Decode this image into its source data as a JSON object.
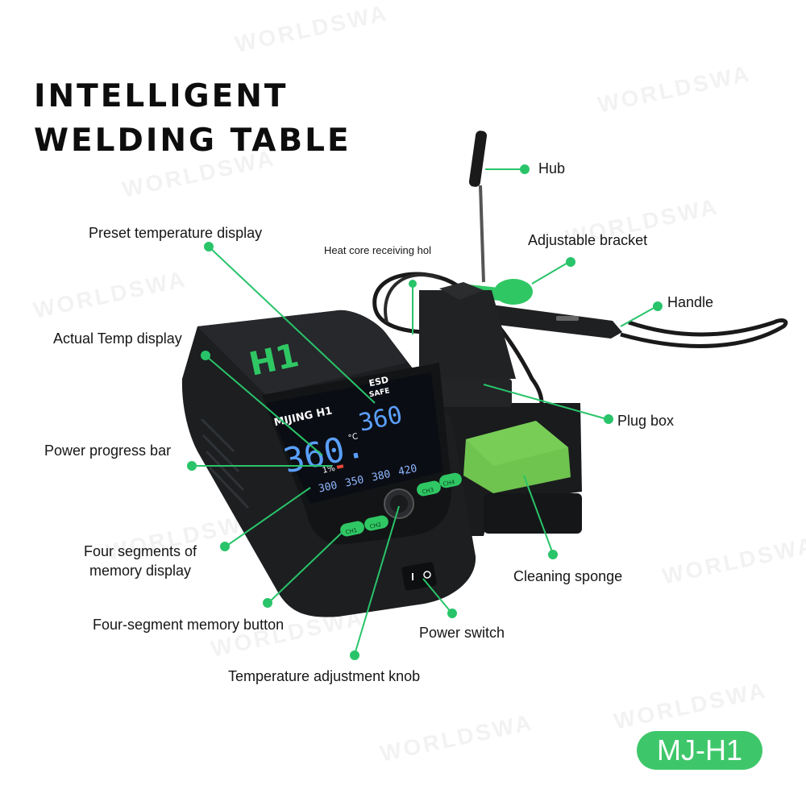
{
  "title": {
    "line1": "INTELLIGENT",
    "line2": "WELDING TABLE"
  },
  "labels": {
    "hub": "Hub",
    "adjustable_bracket": "Adjustable bracket",
    "handle": "Handle",
    "heat_core": "Heat core receiving hol",
    "preset_temp": "Preset temperature display",
    "actual_temp": "Actual Temp display",
    "power_progress": "Power progress bar",
    "plug_box": "Plug box",
    "four_segments_line1": "Four segments of",
    "four_segments_line2": "memory display",
    "cleaning_sponge": "Cleaning sponge",
    "memory_button": "Four-segment memory button",
    "power_switch": "Power switch",
    "knob": "Temperature adjustment knob"
  },
  "device": {
    "logo": "H1",
    "brand": "MIJING H1",
    "esd": "ESD",
    "safe": "SAFE",
    "preset_value": "360",
    "actual_value": "360.",
    "unit": "°C",
    "percent": "1%",
    "memory_values": [
      "300",
      "350",
      "380",
      "420"
    ],
    "buttons": [
      "CH1",
      "CH2",
      "CH3",
      "CH4"
    ]
  },
  "watermark": "WORLDSWA",
  "model": "MJ-H1",
  "colors": {
    "accent": "#3ec76a",
    "line": "#29c46a",
    "body": "#1c1e20",
    "screen": "#0b0d14",
    "digits": "#5aa0ff"
  }
}
